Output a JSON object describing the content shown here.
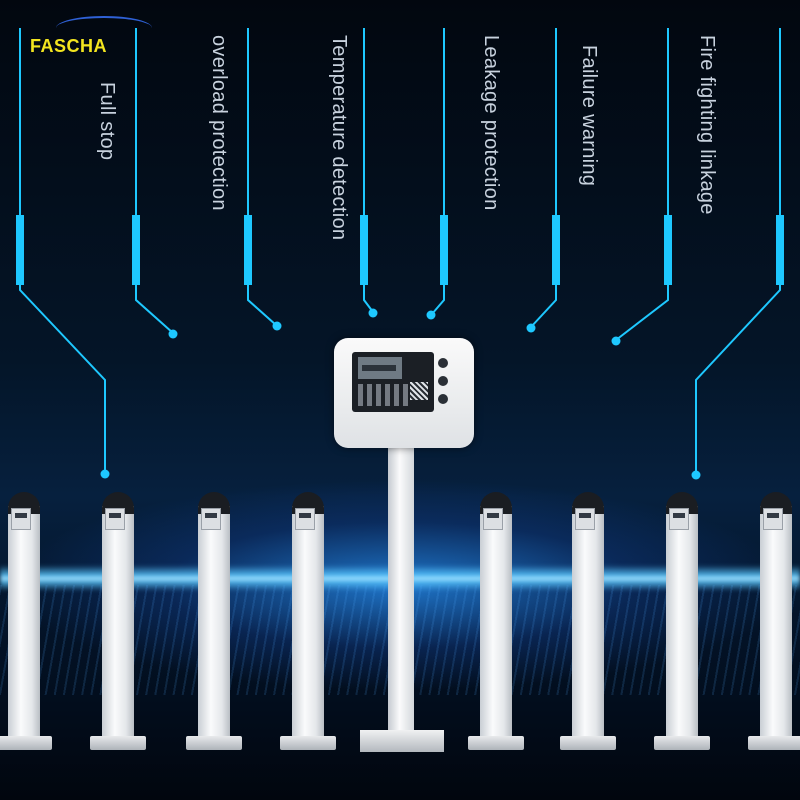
{
  "brand": {
    "logo_text": "FASCHA",
    "logo_color": "#f3e51f"
  },
  "features": [
    {
      "label": "Full stop"
    },
    {
      "label": "overload protection"
    },
    {
      "label": "Temperature detection"
    },
    {
      "label": "Leakage protection"
    },
    {
      "label": "Failure warning"
    },
    {
      "label": "Fire fighting linkage"
    }
  ],
  "colors": {
    "accent_line": "#1ec8ff",
    "background": "#041528",
    "glow": "#8fe0ff"
  },
  "scene": {
    "charging_posts_count": 8,
    "controller_icon": "charging-controller-icon"
  }
}
